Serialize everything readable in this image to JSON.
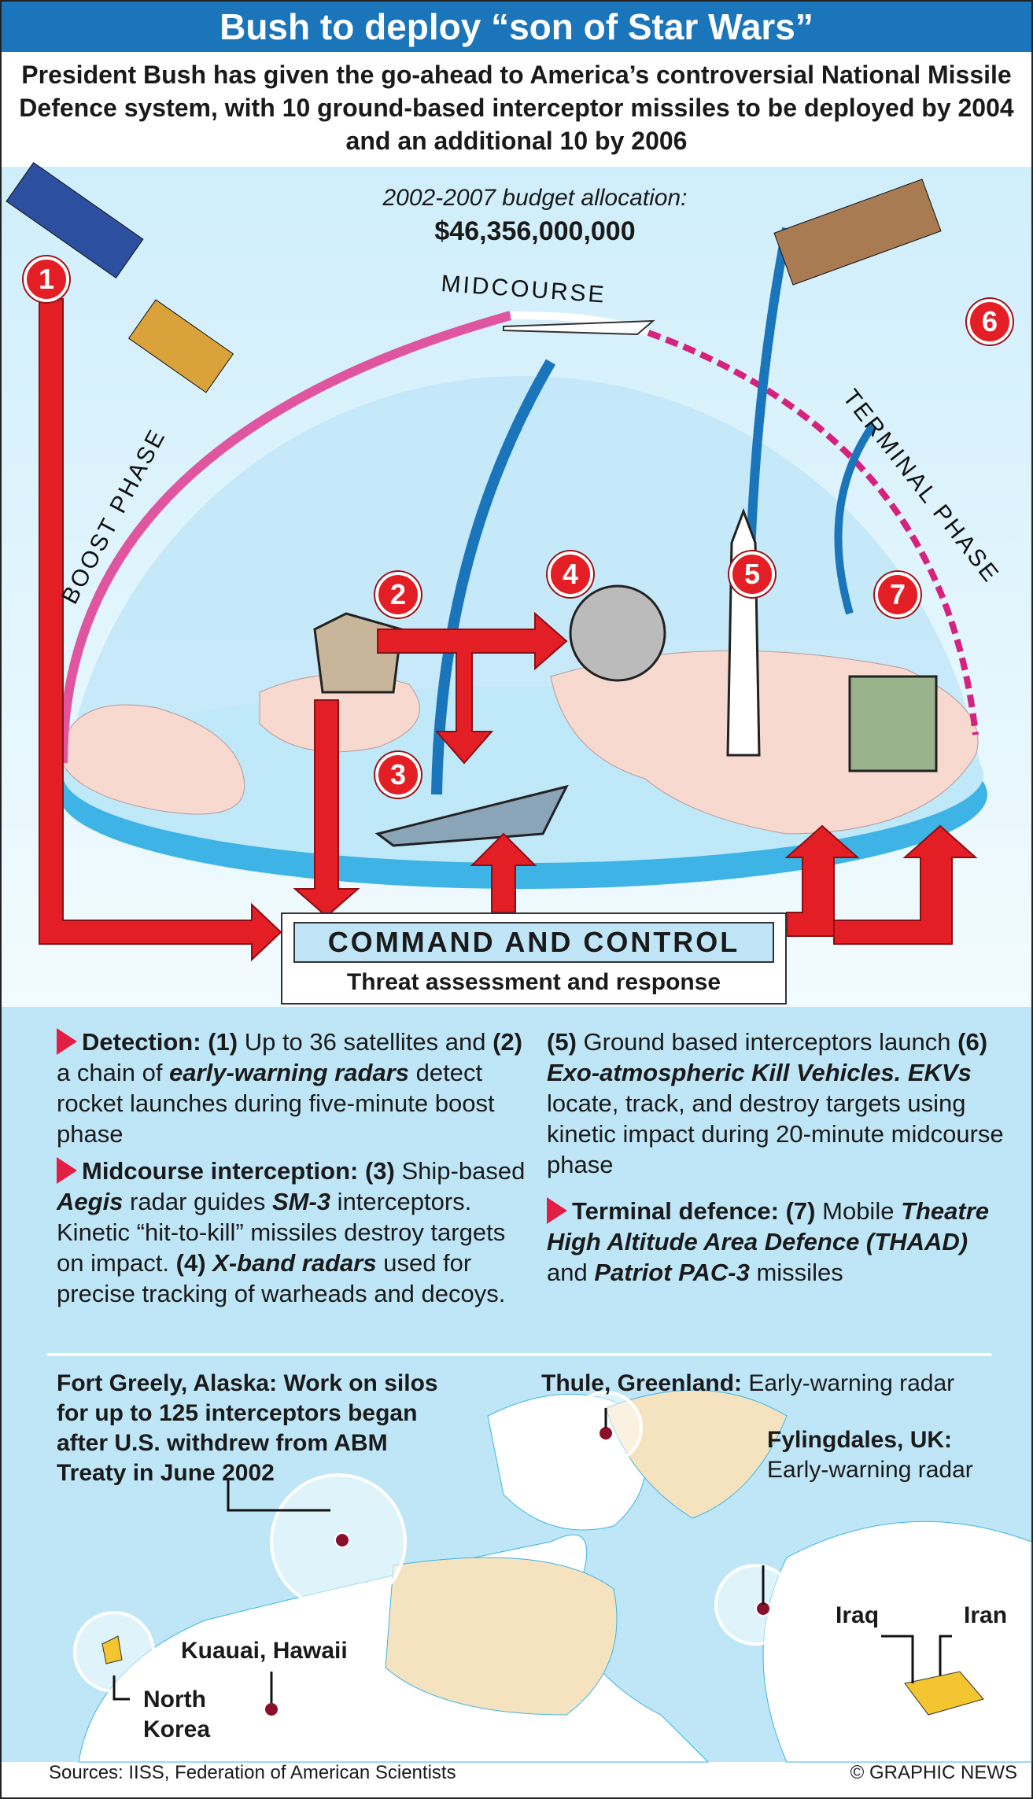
{
  "title": "Bush to deploy “son of Star Wars”",
  "subtitle": "President Bush has given the go-ahead to America’s controversial National Missile Defence system, with 10 ground-based interceptor missiles to be deployed by 2004 and an additional 10 by 2006",
  "budget": {
    "label": "2002-2007 budget allocation:",
    "value": "$46,356,000,000"
  },
  "phases": {
    "boost": "BOOST PHASE",
    "midcourse": "MIDCOURSE",
    "terminal": "TERMINAL PHASE"
  },
  "badges": [
    "1",
    "2",
    "3",
    "4",
    "5",
    "6",
    "7"
  ],
  "command": {
    "title": "COMMAND AND CONTROL",
    "subtitle": "Threat assessment and response"
  },
  "text": {
    "detection_h": "Detection:",
    "d1": "(1)",
    "d2": " Up to 36 satellites and ",
    "d3": "(2)",
    "d4": " a chain of ",
    "d5": "early-warning radars",
    "d6": " detect rocket launches during five-minute boost phase",
    "mid_h": "Midcourse interception: (3)",
    "m1": "Ship-based ",
    "m2": "Aegis",
    "m3": " radar guides ",
    "m4": "SM-3",
    "m5": " interceptors. Kinetic “hit-to-kill” missiles destroy targets on impact. ",
    "m6": "(4)",
    "m7": "X-band radars",
    "m8": " used for precise tracking of warheads and decoys. ",
    "m9": "(5)",
    "m10": " Ground based interceptors launch ",
    "m11": "(6)",
    "m12": "Exo-atmospheric Kill Vehicles.",
    "m13": "EKVs",
    "m14": " locate, track, and destroy targets using kinetic impact during 20-minute midcourse phase",
    "term_h": "Terminal defence: (7)",
    "t1": " Mobile ",
    "t2": "Theatre High Altitude Area Defence (THAAD)",
    "t3": "  and ",
    "t4": "Patriot PAC-3",
    "t5": " missiles"
  },
  "map": {
    "greely": "Fort Greely, Alaska: Work on silos for up to 125 interceptors began after U.S. withdrew from ABM Treaty in June 2002",
    "thule_b": "Thule, Greenland:",
    "thule": " Early-warning radar",
    "fyl_b": "Fylingdales, UK:",
    "fyl": "Early-warning radar",
    "hawaii": "Kuauai, Hawaii",
    "nkorea": "North Korea",
    "iraq": "Iraq",
    "iran": "Iran"
  },
  "footer": {
    "sources": "Sources: IISS, Federation of American Scientists",
    "credit": "© GRAPHIC NEWS"
  }
}
